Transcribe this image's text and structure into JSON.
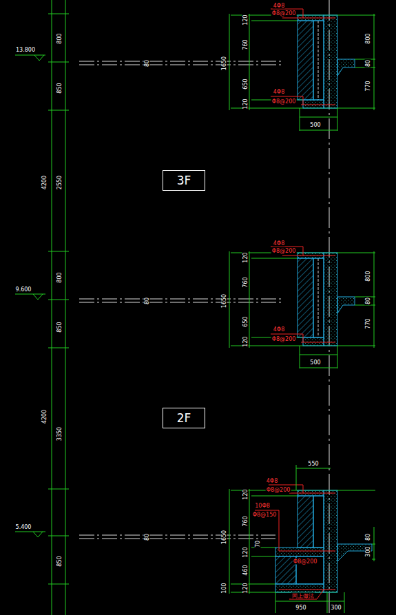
{
  "diagram": {
    "nodes": [
      {
        "text": [
          "3F"
        ]
      },
      {
        "text": [
          "2F"
        ]
      }
    ],
    "labels": [
      "13.800",
      "800",
      "850",
      "4200",
      "2550",
      "80",
      "4Φ8",
      "Φ8@200",
      "120",
      "760",
      "1650",
      "650",
      "120",
      "4Φ8",
      "Φ8@200",
      "800",
      "80",
      "770",
      "500",
      "9.600",
      "800",
      "850",
      "4200",
      "3350",
      "80",
      "4Φ8",
      "Φ8@200",
      "120",
      "760",
      "1650",
      "650",
      "120",
      "4Φ8",
      "Φ8@200",
      "800",
      "80",
      "770",
      "500",
      "5.400",
      "850",
      "80",
      "550",
      "4Φ8",
      "Φ8@200",
      "120",
      "760",
      "1650",
      "10Φ8",
      "Φ8@150",
      "70",
      "120",
      "460",
      "Φ8@200",
      "120",
      "100",
      "同上做法",
      "950",
      "300",
      "80",
      "300"
    ]
  }
}
